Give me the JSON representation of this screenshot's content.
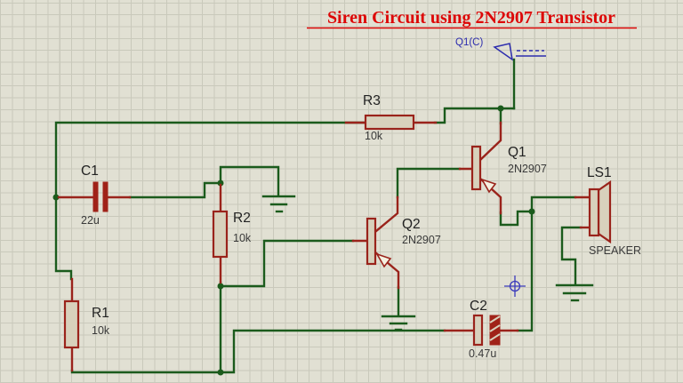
{
  "title": "Siren Circuit using 2N2907 Transistor",
  "probe": {
    "label": "Q1(C)"
  },
  "components": {
    "c1": {
      "ref": "C1",
      "value": "22u"
    },
    "c2": {
      "ref": "C2",
      "value": "0.47u"
    },
    "r1": {
      "ref": "R1",
      "value": "10k"
    },
    "r2": {
      "ref": "R2",
      "value": "10k"
    },
    "r3": {
      "ref": "R3",
      "value": "10k"
    },
    "q1": {
      "ref": "Q1",
      "value": "2N2907"
    },
    "q2": {
      "ref": "Q2",
      "value": "2N2907"
    },
    "ls1": {
      "ref": "LS1",
      "value": "SPEAKER"
    }
  },
  "colors": {
    "wire": "#1b5b1c",
    "component": "#9a231b",
    "component_fill": "#d8d1bc",
    "capacitor_plate": "#a02218",
    "title_red": "#dd0707",
    "probe_blue": "#2d2dae",
    "label_dark": "#222222",
    "value_gray": "#3a3a3a",
    "canvas_bg": "#e1e0d3",
    "grid_line": "#c9c9bb"
  }
}
